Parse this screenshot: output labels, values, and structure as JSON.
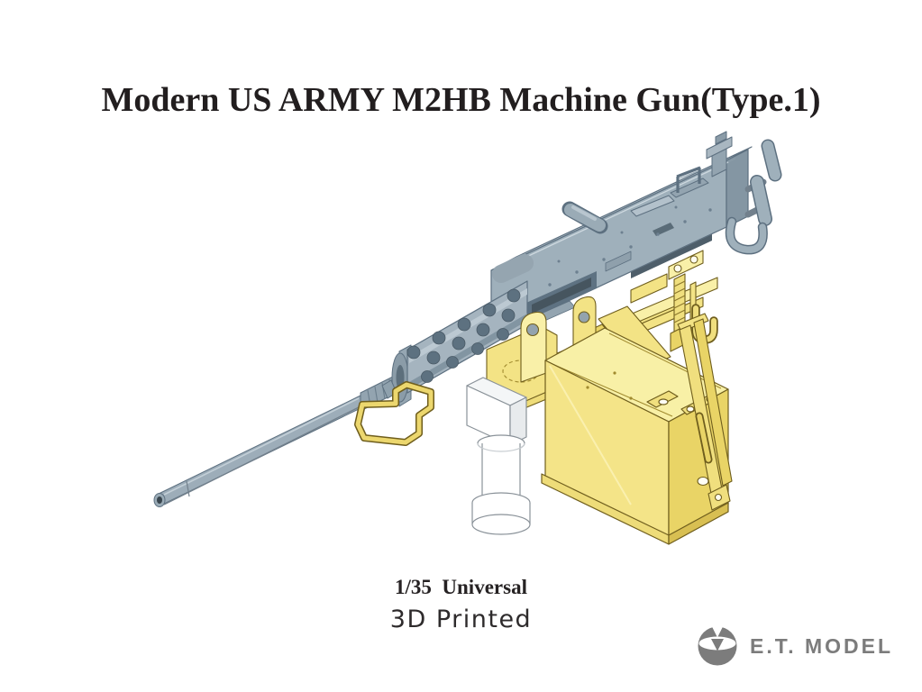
{
  "page": {
    "background_color": "#ffffff"
  },
  "header": {
    "title": "Modern US ARMY M2HB Machine Gun(Type.1)",
    "text_color": "#221e1f"
  },
  "product": {
    "name": "M2HB .50 caliber machine gun on universal mount with ammunition box",
    "render_style": "isometric 3D render on white background",
    "colors": {
      "gun_gray": "#9fb0bb",
      "gun_gray_light": "#bac7d0",
      "gun_gray_dark": "#72808c",
      "gun_outline": "#5d7080",
      "brass_yellow": "#f3e385",
      "brass_yellow_light": "#f9f0a8",
      "brass_yellow_mid": "#e9d466",
      "brass_yellow_dark": "#d8bf52",
      "brass_outline": "#6f5e1d",
      "resin_white": "#ffffff"
    }
  },
  "footer": {
    "scale_label": "1/35  Universal",
    "print_label": "3D Printed"
  },
  "brand": {
    "name": "E.T. MODEL",
    "color": "#7c7c7c",
    "emblem": "et-model-emblem"
  }
}
